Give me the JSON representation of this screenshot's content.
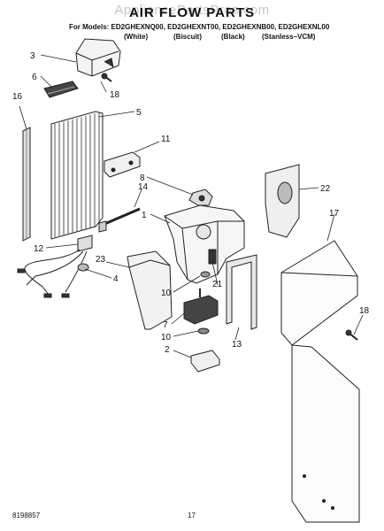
{
  "header": {
    "title": "AIR FLOW PARTS",
    "watermark": "AppliancePartsPros.com",
    "models_line": "For Models: ED2GHEXNQ00, ED2GHEXNT00, ED2GHEXNB00, ED2GHEXNL00",
    "variants": [
      "(White)",
      "(Biscuit)",
      "(Black)",
      "(Stanless–VCM)"
    ]
  },
  "callouts": [
    "3",
    "6",
    "18",
    "16",
    "5",
    "11",
    "8",
    "22",
    "14",
    "1",
    "17",
    "12",
    "23",
    "4",
    "21",
    "10",
    "7",
    "10",
    "2",
    "13",
    "18"
  ],
  "footer": {
    "part_number": "8198857",
    "page_number": "17"
  }
}
